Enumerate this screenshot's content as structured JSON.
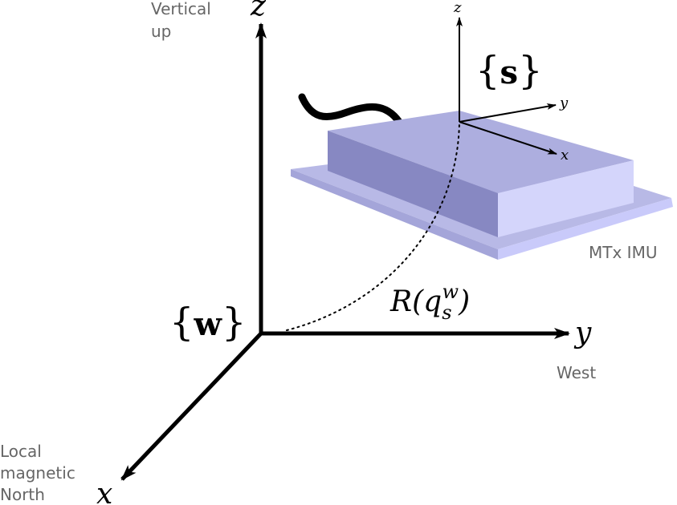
{
  "world_frame": {
    "label_open": "{",
    "label_letter": "w",
    "label_close": "}",
    "axis_z": "z",
    "axis_y": "y",
    "axis_x": "x",
    "z_caption_line1": "Vertical",
    "z_caption_line2": "up",
    "y_caption": "West",
    "x_caption_line1": "Local",
    "x_caption_line2": "magnetic",
    "x_caption_line3": "North"
  },
  "sensor_frame": {
    "label_open": "{",
    "label_letter": "s",
    "label_close": "}",
    "axis_z": "z",
    "axis_y": "y",
    "axis_x": "x"
  },
  "device": {
    "caption": "MTx IMU",
    "colors": {
      "top": "#adaedf",
      "front": "#8788c2",
      "side": "#d4d5fb",
      "base_top": "#b8b9e6",
      "base_front": "#a4a5d9",
      "base_side": "#c9cafa"
    }
  },
  "rotation": {
    "label_main": "R(q",
    "label_sub": "s",
    "label_sup": "w",
    "label_end": ")"
  }
}
